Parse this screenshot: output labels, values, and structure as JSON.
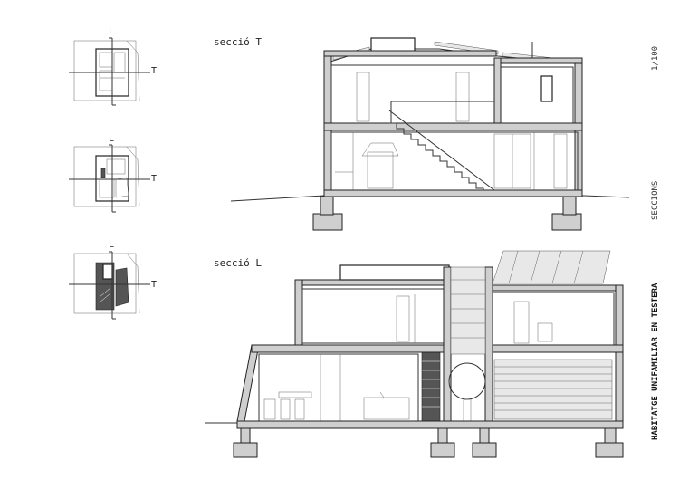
{
  "labels": {
    "section_t": "secció T",
    "section_l": "secció L",
    "key_l": "L",
    "key_t": "T"
  },
  "sidebar": {
    "scale": "1/100",
    "sheet_title": "SECCIONS",
    "project_title": "HABITATGE UNIFAMILIAR EN TESTERA"
  }
}
